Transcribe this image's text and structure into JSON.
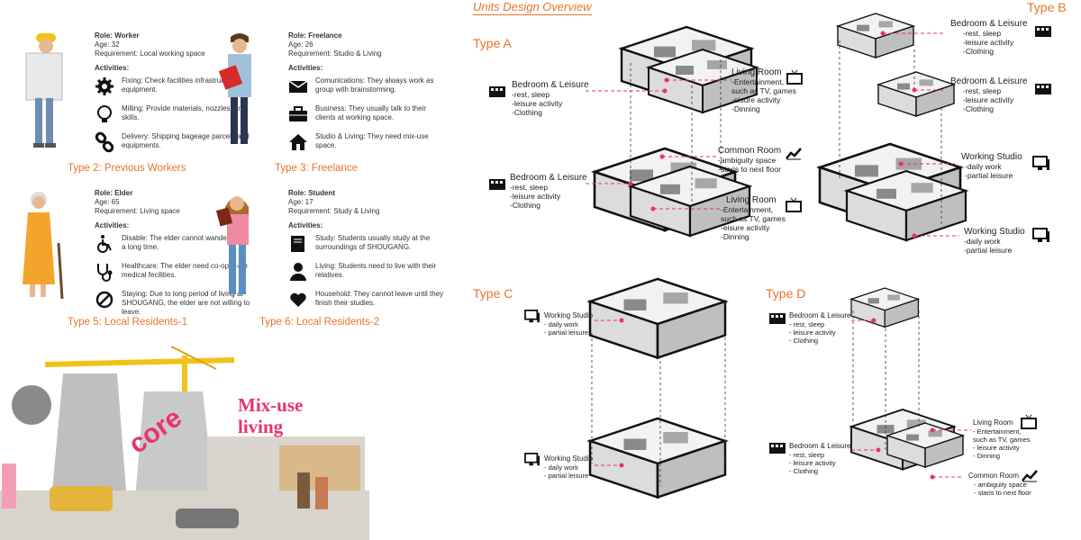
{
  "personas": [
    {
      "role": "Role:  Worker",
      "age": "Age:    32",
      "req": "Requirement:   Local working space",
      "acts_title": "Activities:",
      "acts": [
        "Fixing: Check facilities infrastructure and equipment.",
        "Milling: Provide materials, nozzles, and skills.",
        "Delivery: Shipping bageage parcels and equipments."
      ],
      "icons": [
        "gear-icon",
        "bulb-icon",
        "chain-icon"
      ],
      "title": "Type 2: Previous Workers"
    },
    {
      "role": "Role:  Freelance",
      "age": "Age:    26",
      "req": "Requirement:   Studio & Living",
      "acts_title": "Activities:",
      "acts": [
        "Comunications: They always work as group with brainstorming.",
        "Business: They usually talk to their clients at working space.",
        "Studio & Living: They need mix-use space."
      ],
      "icons": [
        "mail-icon",
        "briefcase-icon",
        "home-icon"
      ],
      "title": "Type 3: Freelance"
    },
    {
      "role": "Role:  Elder",
      "age": "Age:    65",
      "req": "Requirement:   Living space",
      "acts_title": "Activities:",
      "acts": [
        "Disable: The elder cannot wandering for a long time.",
        "Healthcare: The elder need co-oper-ate medical fecilities.",
        "Staying: Due to long period of living at SHOUGANG, the elder are not willing to leave."
      ],
      "icons": [
        "wheelchair-icon",
        "stethoscope-icon",
        "ban-icon"
      ],
      "title": "Type 5: Local Residents-1"
    },
    {
      "role": "Role:  Student",
      "age": "Age:    17",
      "req": "Requirement:   Study & Living",
      "acts_title": "Activities:",
      "acts": [
        "Study: Students usually study at the surroundings of SHOUGANG.",
        "Living: Students need to live with their relatives.",
        "Household: They cannot leave until they finish their studies."
      ],
      "icons": [
        "book-icon",
        "user-icon",
        "heart-icon"
      ],
      "title": "Type 6: Local Residents-2"
    }
  ],
  "collage": {
    "core": "core",
    "mix1": "Mix-use",
    "mix2": "living"
  },
  "units": {
    "header": "Units Design Overview",
    "typeA": "Type A",
    "typeB": "Type B",
    "typeC": "Type C",
    "typeD": "Type D",
    "bedroom": "Bedroom & Leisure",
    "bedroom_d": [
      "-rest, sleep",
      "-leisure activity",
      "-Clothing"
    ],
    "living": "Living Room",
    "living_d": [
      "-Entertainment,",
      "such as TV, games",
      "-eisure activity",
      "-Dinning"
    ],
    "common": "Common Room",
    "common_d": [
      "-ambiguity space",
      "-staris to next floor"
    ],
    "studio": "Working Studio",
    "studio_d": [
      "-daily work",
      "-partial leisure"
    ],
    "c_studio_d": [
      "- daily work",
      "- partial leisure"
    ],
    "d_bedroom_d": [
      "- rest, sleep",
      "- leisure activity",
      "- Clothing"
    ],
    "d_living_d": [
      "- Entertainment,",
      "such as TV, games",
      "- leisure activity",
      "- Dinning"
    ],
    "d_common_d": [
      "- ambiguity space",
      "- staris to next floor"
    ]
  },
  "colors": {
    "accent": "#e8732a",
    "pink": "#e8336d"
  }
}
